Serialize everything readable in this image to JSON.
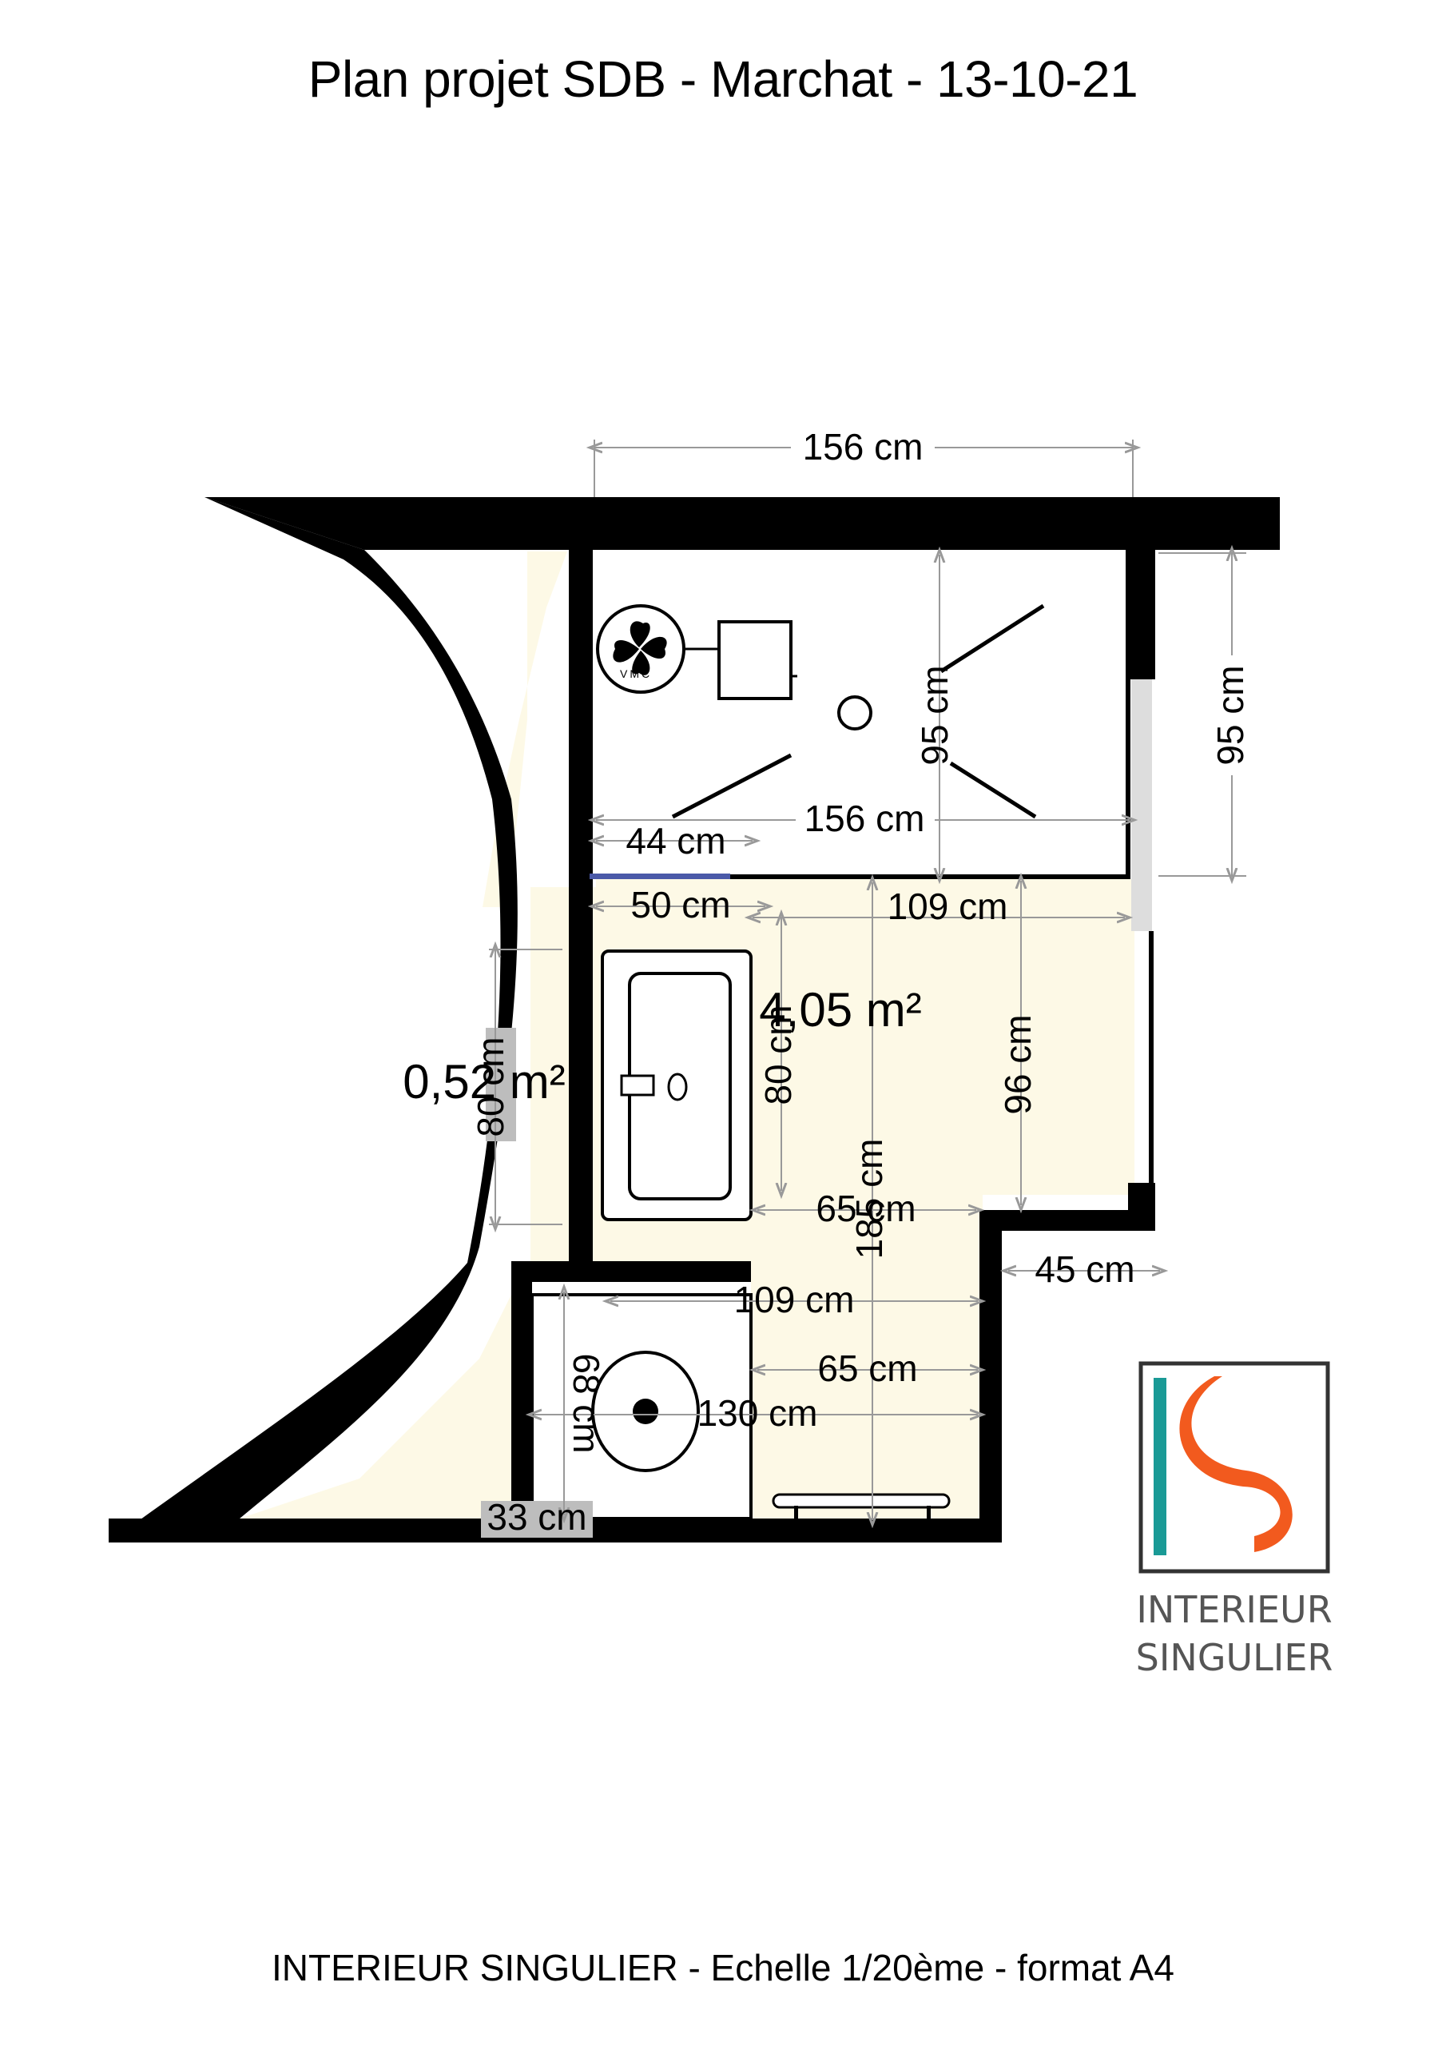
{
  "title": "Plan projet SDB - Marchat - 13-10-21",
  "footer": "INTERIEUR SINGULIER - Echelle 1/20ème - format A4",
  "areas": {
    "main": "4,05 m²",
    "side": "0,52 m²"
  },
  "dimensions": {
    "top_width": "156 cm",
    "shower_width": "156 cm",
    "shower_height_inner": "95 cm",
    "shower_height_outer": "95 cm",
    "shower_door": "44 cm",
    "vanity_offset": "50 cm",
    "right_width": "109 cm",
    "vanity_depth": "80 cm",
    "right_depth": "96 cm",
    "side_height": "80 cm",
    "vanity_gap": "65 cm",
    "total_height": "185 cm",
    "step": "45 cm",
    "lower_width": "109 cm",
    "toilet_gap": "65 cm",
    "lower_total": "130 cm",
    "toilet_depth": "68 cm",
    "toilet_offset": "33 cm"
  },
  "labels": {
    "vmc": "VMC"
  },
  "logo": {
    "line1": "INTERIEUR",
    "line2": "SINGULIER",
    "teal": "#1a9a96",
    "orange": "#f25a1e"
  },
  "colors": {
    "floor": "#fdf9e6",
    "wall": "#000000",
    "dimension_line": "#999999",
    "door_marker": "#4b5aa8"
  }
}
